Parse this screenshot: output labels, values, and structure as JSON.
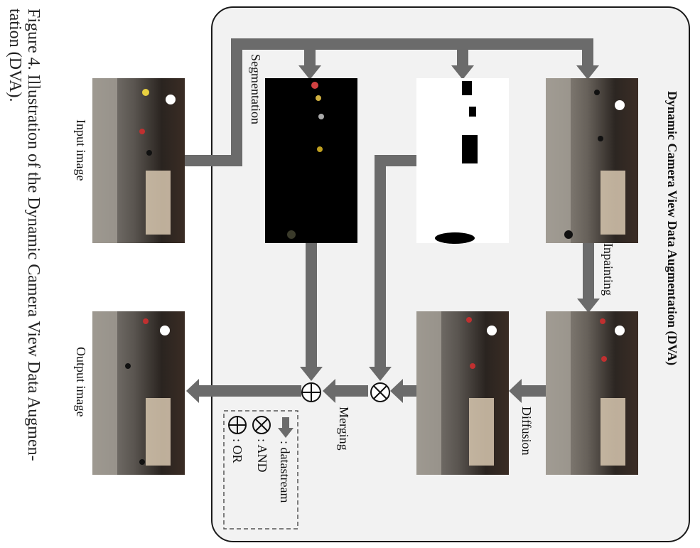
{
  "caption": {
    "line1": "Figure 4. Illustration of the Dynamic Camera View Data Augmen-",
    "line2": "tation (DVA)."
  },
  "panel": {
    "title": "Dynamic Camera View Data Augmentation (DVA)"
  },
  "labels": {
    "input": "Input image",
    "output": "Output image",
    "segmentation": "Segmentation",
    "inpainting": "Inpainting",
    "diffusion": "Diffusion",
    "merging": "Merging"
  },
  "legend": {
    "datastream": ": datastream",
    "and": ": AND",
    "or": ": OR"
  },
  "colors": {
    "arrow": "#6b6b6b",
    "panel_bg": "#f2f2f2",
    "panel_border": "#1a1a1a"
  },
  "icons": {
    "and": "circle-times-icon",
    "or": "circle-plus-icon",
    "datastream": "thick-arrow-icon"
  }
}
